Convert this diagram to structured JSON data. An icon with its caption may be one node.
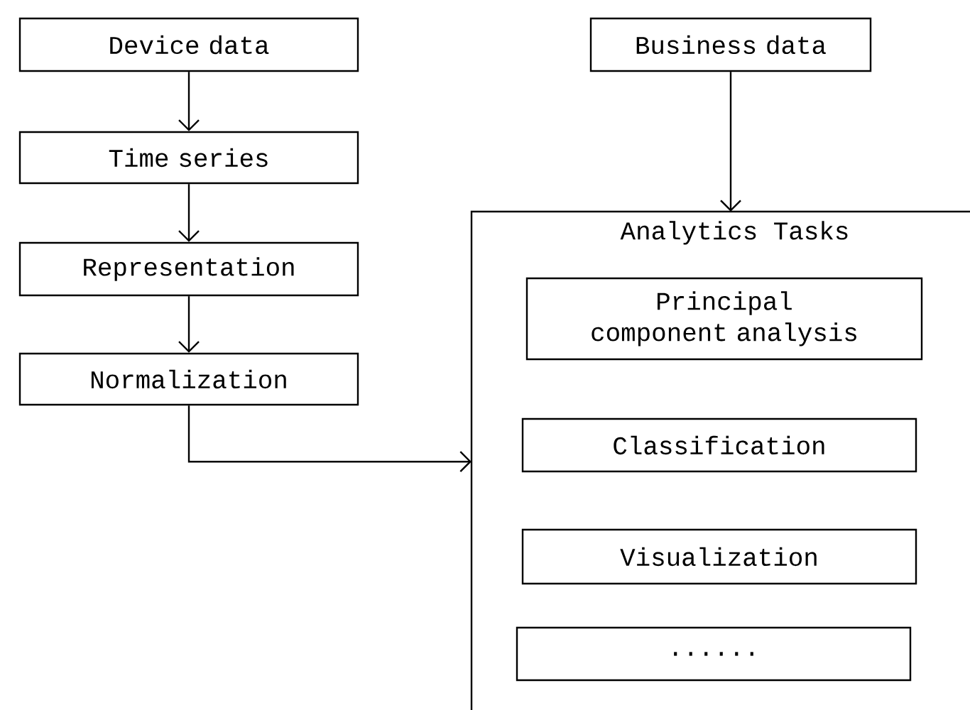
{
  "diagram": {
    "nodes": [
      {
        "text": [
          "Device data"
        ]
      },
      {
        "text": [
          "Time series"
        ]
      },
      {
        "text": [
          "Representation"
        ]
      },
      {
        "text": [
          "Normalization"
        ]
      },
      {
        "text": [
          "Business data"
        ]
      },
      {
        "text": [
          "Analytics  Tasks"
        ]
      },
      {
        "text": [
          "Principal component analysis"
        ],
        "in": 5
      },
      {
        "text": [
          "Classification"
        ],
        "in": 5
      },
      {
        "text": [
          "Visualization"
        ],
        "in": 5
      },
      {
        "text": [
          "......"
        ],
        "in": 5
      }
    ],
    "edges": [
      {
        "from": 0,
        "to": 1,
        "arrow": "to"
      },
      {
        "from": 1,
        "to": 2,
        "arrow": "to"
      },
      {
        "from": 2,
        "to": 3,
        "arrow": "to"
      },
      {
        "from": 3,
        "to": 5,
        "arrow": "to"
      },
      {
        "from": 4,
        "to": 5,
        "arrow": "to"
      }
    ]
  }
}
